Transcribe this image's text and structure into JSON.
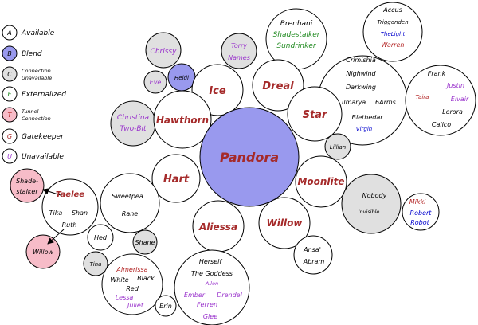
{
  "colors": {
    "available": "#ffffff",
    "blend": "#9999ee",
    "unavailable_conn": "#e0e0e0",
    "externalized": "#ffffff",
    "tunnel": "#f7bcc8",
    "gatekeeper": "#ffffff",
    "unavailable": "#ffffff",
    "name_dark": "#a52a2a",
    "purple": "#9932cc",
    "green": "#228b22",
    "blue": "#0000cd",
    "red": "#b22222"
  },
  "legend": {
    "available": {
      "key": "A",
      "label": "Available"
    },
    "blend": {
      "key": "B",
      "label": "Blend"
    },
    "conn_unavail": {
      "key": "C",
      "label1": "Connection",
      "label2": "Unavailable"
    },
    "externalized": {
      "key": "E",
      "label": "Externalized"
    },
    "tunnel": {
      "key": "T",
      "label1": "Tunnel",
      "label2": "Connection"
    },
    "gatekeeper": {
      "key": "G",
      "label": "Gatekeeper"
    },
    "unavailable": {
      "key": "U",
      "label": "Unavailable"
    }
  },
  "nodes": {
    "pandora": "Pandora",
    "ice": "Ice",
    "dreal": "Dreal",
    "star": "Star",
    "hawthorn": "Hawthorn",
    "hart": "Hart",
    "moonlite": "Moonlite",
    "aliessa": "Aliessa",
    "willow": "Willow",
    "lillian": "Lillian",
    "heidi": "Heidi",
    "eve": "Eve",
    "chrissy": "Chrissy",
    "torry": "Torry",
    "names": "Names",
    "christina": "Christina",
    "twobit": "Two-Bit",
    "brenhani": "Brenhani",
    "shadestalker": "Shadestalker",
    "sundrinker": "Sundrinker",
    "accus": "Accus",
    "triggonden": "Triggonden",
    "thelight": "TheLight",
    "warren": "Warren",
    "crimishia": "Crimishia",
    "nighwind": "Nighwind",
    "darkwing": "Darkwing",
    "ilmarya": "Ilmarya",
    "sixarms": "6Arms",
    "blethedar": "Blethedar",
    "virgin": "Virgin",
    "frank": "Frank",
    "justin": "Justin",
    "taira": "Taira",
    "elvair": "Elvair",
    "lorora": "Lorora",
    "calico": "Calico",
    "nobody": "Nobody",
    "invisible": "Invisible",
    "mikki": "Mikki",
    "robert": "Robert",
    "robot": "Robot",
    "ansa": "Ansa'",
    "abram": "Abram",
    "herself": "Herself",
    "goddess": "The Goddess",
    "allen": "Allen",
    "ember": "Ember",
    "drendel": "Drendel",
    "ferren": "Ferren",
    "glee": "Glee",
    "erin": "Erin",
    "almerissa": "Almerissa",
    "white": "White",
    "black": "Black",
    "red": "Red",
    "lessa": "Lessa",
    "juliet": "Juliet",
    "tina": "Tina",
    "shane": "Shane",
    "hed": "Hed",
    "sweetpea": "Sweetpea",
    "rane": "Rane",
    "taelee": "Taelee",
    "tika": "Tika",
    "shan": "Shan",
    "ruth": "Ruth",
    "shade1": "Shade-",
    "shade2": "stalker",
    "willow_tunnel": "Willow"
  }
}
